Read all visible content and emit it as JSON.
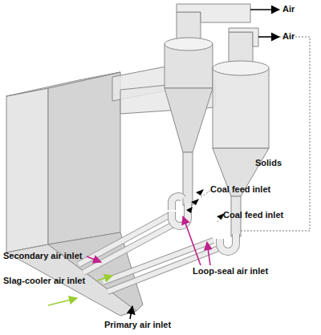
{
  "diagram": {
    "labels": [
      "Air",
      "Air",
      "Solids",
      "Coal feed inlet",
      "Coal feed inlet",
      "Secondary air inlet",
      "Slag-cooler air inlet",
      "Loop-seal air inlet",
      "Primary air inlet"
    ]
  }
}
